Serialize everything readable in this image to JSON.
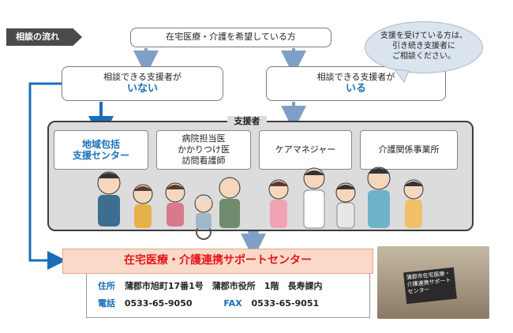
{
  "flow_tag": "相談の流れ",
  "top_box": "在宅医療・介護を希望している方",
  "consult_left": {
    "line1": "相談できる支援者が",
    "line2": "いない"
  },
  "consult_right": {
    "line1": "相談できる支援者が",
    "line2": "いる"
  },
  "bubble": {
    "line1": "支援を受けている方は、",
    "line2": "引き続き支援者に",
    "line3": "ご相談ください。"
  },
  "supporters_title": "支援者",
  "supporters": [
    {
      "line1": "地域包括",
      "line2": "支援センター"
    },
    {
      "line1": "病院担当医",
      "line2": "かかりつけ医",
      "line3": "訪問看護師"
    },
    {
      "line1": "ケアマネジャー"
    },
    {
      "line1": "介護関係事業所"
    }
  ],
  "center_title": "在宅医療・介護連携サポートセンター",
  "address": {
    "label": "住所",
    "value": "蒲郡市旭町17番1号　蒲郡市役所　1階　長寿課内"
  },
  "phone": {
    "label": "電話",
    "value": "0533-65-9050",
    "fax_label": "FAX",
    "fax_value": "0533-65-9051"
  },
  "photo_sign": {
    "line1": "蒲郡市在宅医療・",
    "line2": "介護連携サポートセンター"
  },
  "colors": {
    "accent_blue": "#1a6eb5",
    "arrow_blue": "#7f9fc7",
    "center_red": "#e6161b",
    "center_bg": "#fbd9c8"
  }
}
